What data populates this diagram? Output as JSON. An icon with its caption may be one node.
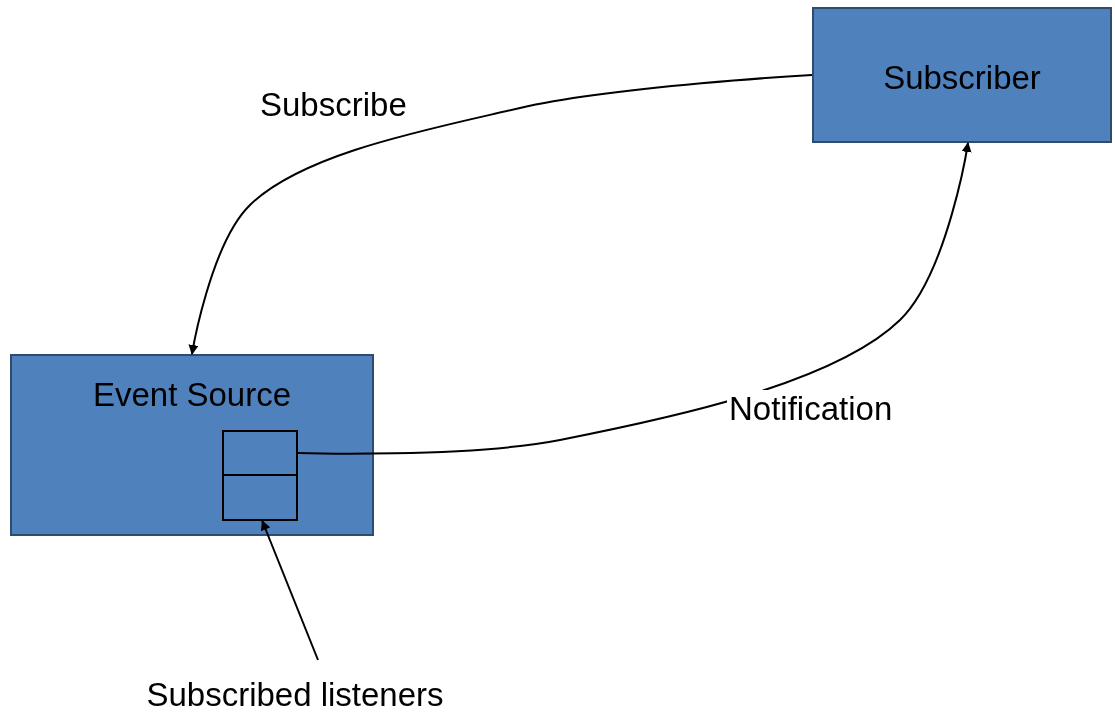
{
  "diagram": {
    "nodes": [
      {
        "text": [
          "Subscriber"
        ]
      },
      {
        "text": [
          "Event Source"
        ]
      },
      {
        "text": [],
        "shape": "box",
        "in": 1
      },
      {
        "text": [],
        "shape": "box",
        "in": 1
      },
      {
        "text": [
          "Subscribed listeners"
        ]
      }
    ],
    "edges": [
      {
        "from": 0,
        "to": 1,
        "arrow": "to",
        "label": "Subscribe"
      },
      {
        "from": 2,
        "to": 0,
        "arrow": "to",
        "label": "Notification"
      },
      {
        "from": 4,
        "to": 3,
        "arrow": "to"
      }
    ]
  }
}
